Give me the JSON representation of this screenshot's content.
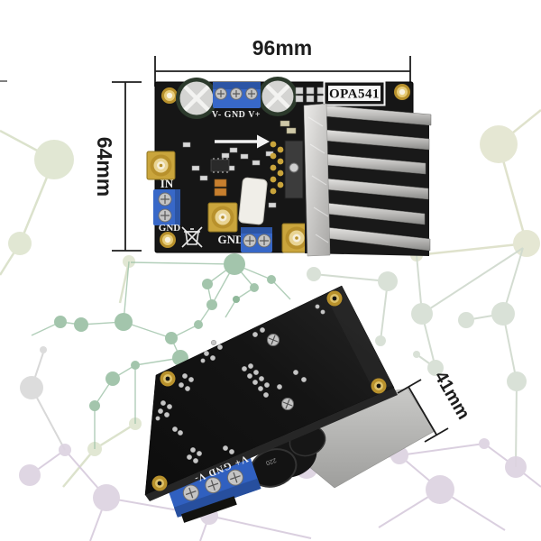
{
  "product": {
    "front": {
      "badge": "OPA541",
      "power_rail": "V- GND V+",
      "input": "IN",
      "input_gnd": "GND",
      "output_gnd": "GND"
    },
    "back": {
      "power_rail": "V+ GND V-",
      "cap_marking": "220"
    }
  },
  "dimensions": {
    "width": "96mm",
    "height": "64mm",
    "heatsink_depth": "41mm"
  },
  "colors": {
    "pcb_black": "#151515",
    "terminal_blue": "#3868c8",
    "gold": "#c9a43b",
    "heatsink_silver": "#bdbdbb",
    "silkscreen_white": "#efefef",
    "dimension_ink": "#1d1d1d",
    "mesh_green": "#9cc1a6",
    "pale_sage": "#dfe5d0",
    "pale_olive": "#e3e5d0",
    "washed_green": "#d6dfd4",
    "lavender": "#ddd3e1",
    "pale_gray": "#dadada"
  },
  "icons": {
    "weee": "crossed-out-wheelie-bin-icon"
  }
}
